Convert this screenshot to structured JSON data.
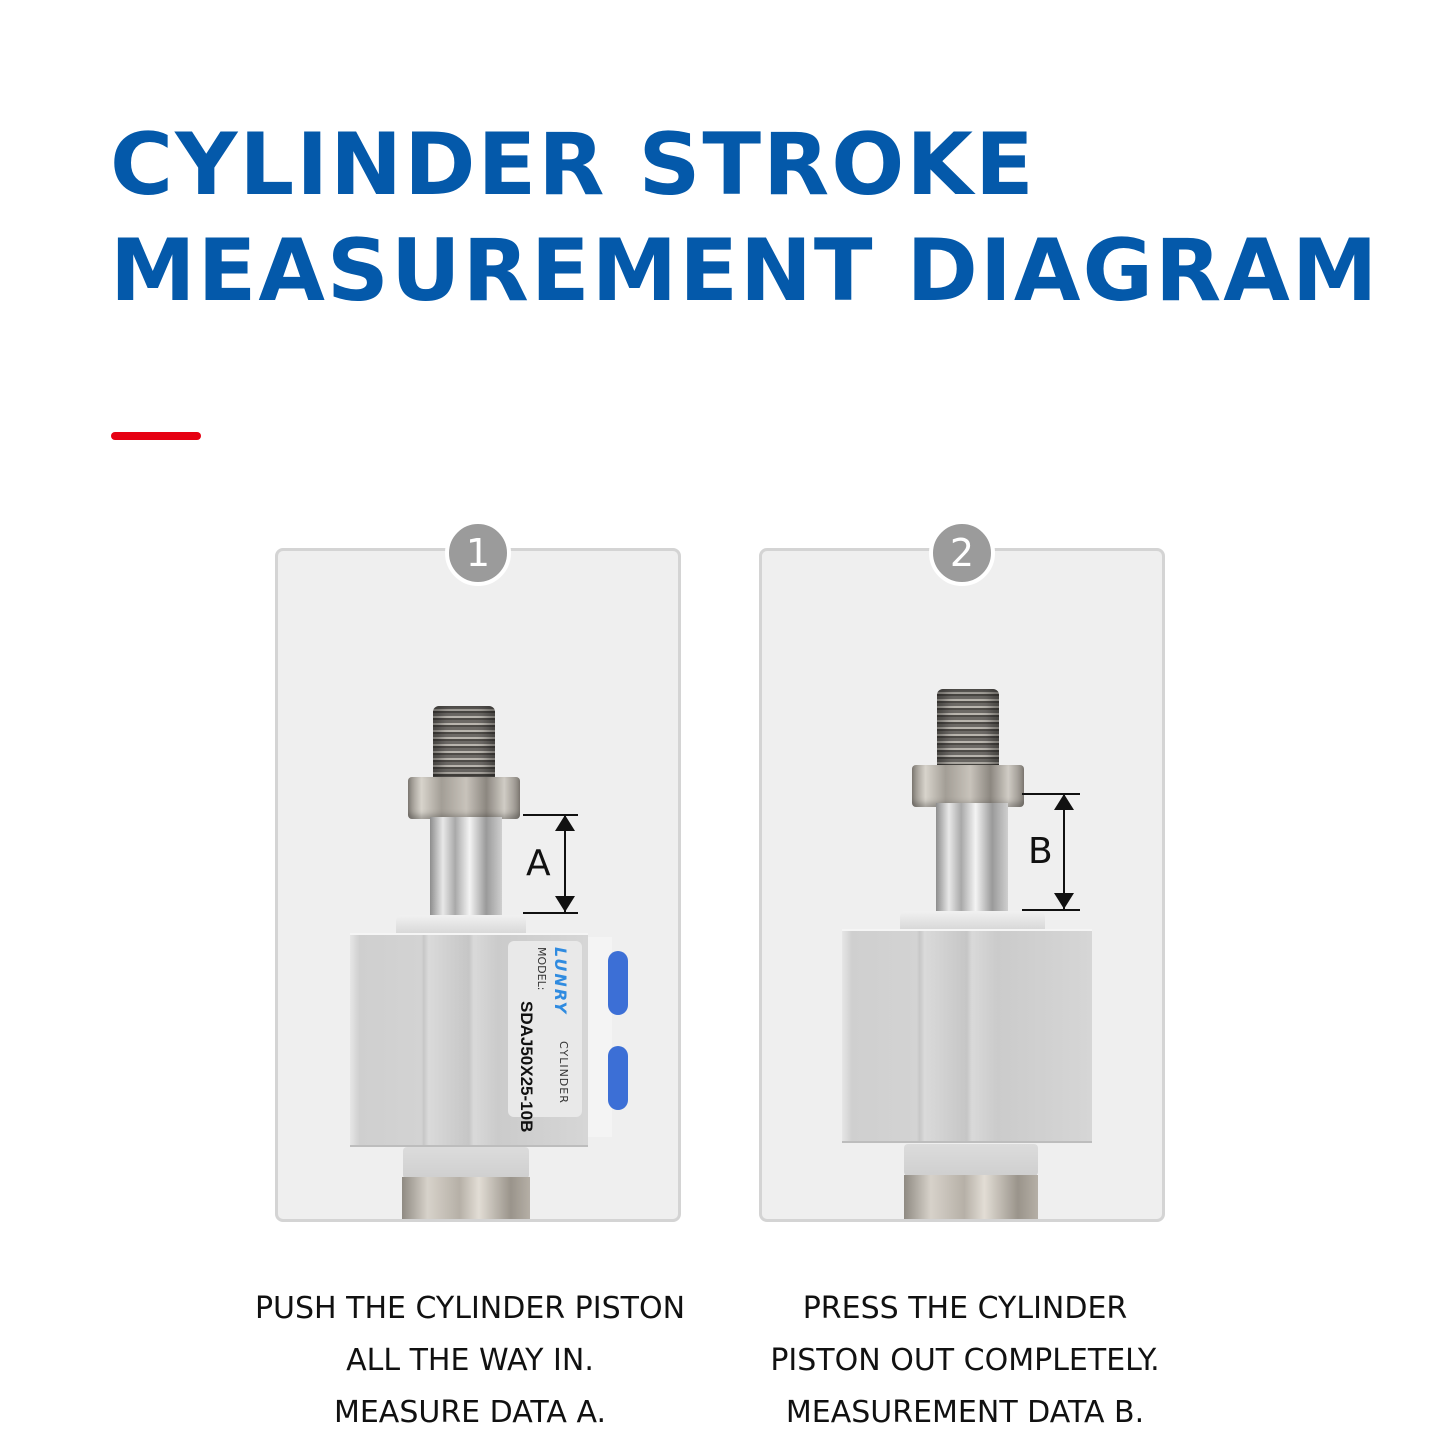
{
  "title": {
    "line1": "CYLINDER STROKE",
    "line2": "MEASUREMENT DIAGRAM",
    "color": "#0459aa"
  },
  "accent_bar_color": "#e60012",
  "steps": [
    {
      "number": "1",
      "dimension_label": "A",
      "product_label": {
        "brand": "LUNRY",
        "type": "CYLINDER",
        "model_prefix": "MODEL:",
        "model_code": "SDAJ50X25-10B"
      },
      "caption": [
        "PUSH THE CYLINDER PISTON",
        "ALL THE WAY IN.",
        "MEASURE DATA A."
      ]
    },
    {
      "number": "2",
      "dimension_label": "B",
      "caption": [
        "PRESS THE CYLINDER",
        "PISTON OUT COMPLETELY.",
        "MEASUREMENT DATA B."
      ]
    }
  ]
}
